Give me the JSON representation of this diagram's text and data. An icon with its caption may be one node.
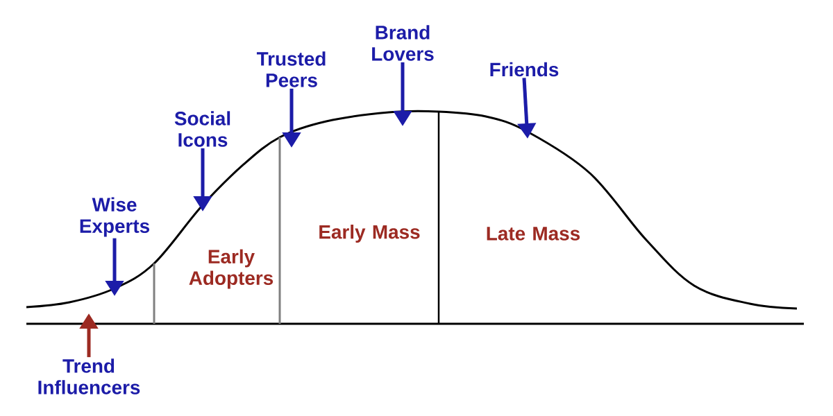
{
  "diagram": {
    "nodes": [
      {
        "text": [
          "Trend Influencers"
        ]
      },
      {
        "text": [
          "Wise Experts"
        ]
      },
      {
        "text": [
          "Social Icons"
        ]
      },
      {
        "text": [
          "Trusted Peers"
        ]
      },
      {
        "text": [
          "Brand Lovers"
        ]
      },
      {
        "text": [
          "Friends"
        ]
      }
    ],
    "edges": [
      {
        "from": 0,
        "to": null,
        "arrow": "to",
        "color": "#9c2a22"
      },
      {
        "from": 1,
        "to": null,
        "arrow": "to"
      },
      {
        "from": 2,
        "to": null,
        "arrow": "to"
      },
      {
        "from": 3,
        "to": null,
        "arrow": "to"
      },
      {
        "from": 4,
        "to": null,
        "arrow": "to"
      },
      {
        "from": 5,
        "to": null,
        "arrow": "to"
      }
    ],
    "labels": [
      "Early Adopters",
      "Early Mass",
      "Late Mass"
    ]
  }
}
